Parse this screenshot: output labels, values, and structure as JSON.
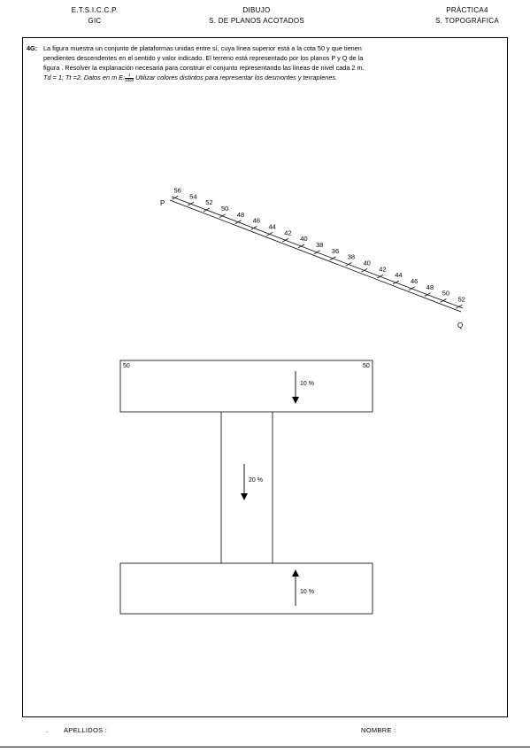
{
  "header": {
    "left_line1": "E.T.S.I.C.C.P.",
    "left_line2": "GIC",
    "center_line1": "DIBUJO",
    "center_line2": "S. DE PLANOS ACOTADOS",
    "right_line1": "PRÁCTICA4",
    "right_line2": "S. TOPOGRÁFICA"
  },
  "problem": {
    "number": "4G:",
    "line1": "La figura muestra un conjunto de plataformas unidas entre sí, cuya línea superior está a la cota 50  y que tienen",
    "line2": "pendientes descendentes en el sentido y valor indicado. El terreno está representado por los planos P y Q de la",
    "line3": "figura . Resolver la explanación necesaria para construir el conjunto representando las líneas de nivel cada 2 m.",
    "line4_a": "Td = 1; Tt =2.  Datos en m  E:",
    "scale_num": "1",
    "scale_den": "1000",
    "line4_b": " Utilizar colores distintos para representar los desmontes y terraplenes."
  },
  "scale_line": {
    "label_start": "P",
    "label_end": "Q",
    "ticks": [
      "56",
      "54",
      "52",
      "50",
      "48",
      "46",
      "44",
      "42",
      "40",
      "38",
      "36",
      "38",
      "40",
      "42",
      "44",
      "46",
      "48",
      "50",
      "52"
    ]
  },
  "platforms": {
    "top": {
      "cota_left": "50",
      "cota_right": "50",
      "slope": "10 %",
      "arrow": "down"
    },
    "middle": {
      "slope": "20 %",
      "arrow": "down"
    },
    "bottom": {
      "slope": "10 %",
      "arrow": "up"
    }
  },
  "footer": {
    "dot": ".",
    "apellidos": "APELLIDOS :",
    "nombre": "NOMBRE :"
  }
}
